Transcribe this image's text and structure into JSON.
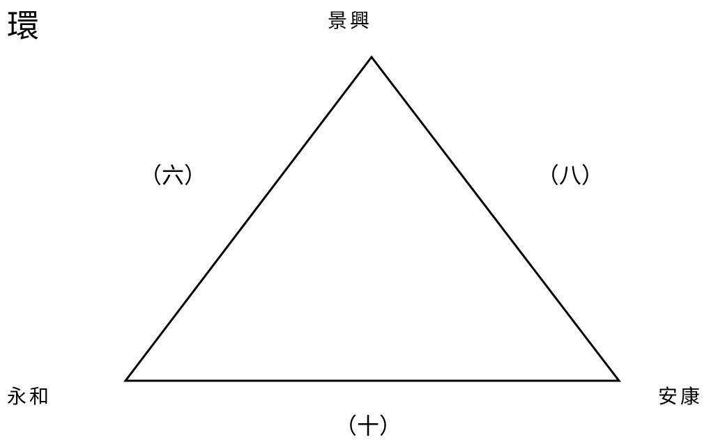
{
  "title_char": "環",
  "vertices": {
    "top": "景興",
    "left": "永和",
    "right": "安康"
  },
  "edges": {
    "left": "（六）",
    "right": "（八）",
    "bottom": "（十）"
  },
  "colors": {
    "stroke": "#000000",
    "background": "#ffffff"
  }
}
